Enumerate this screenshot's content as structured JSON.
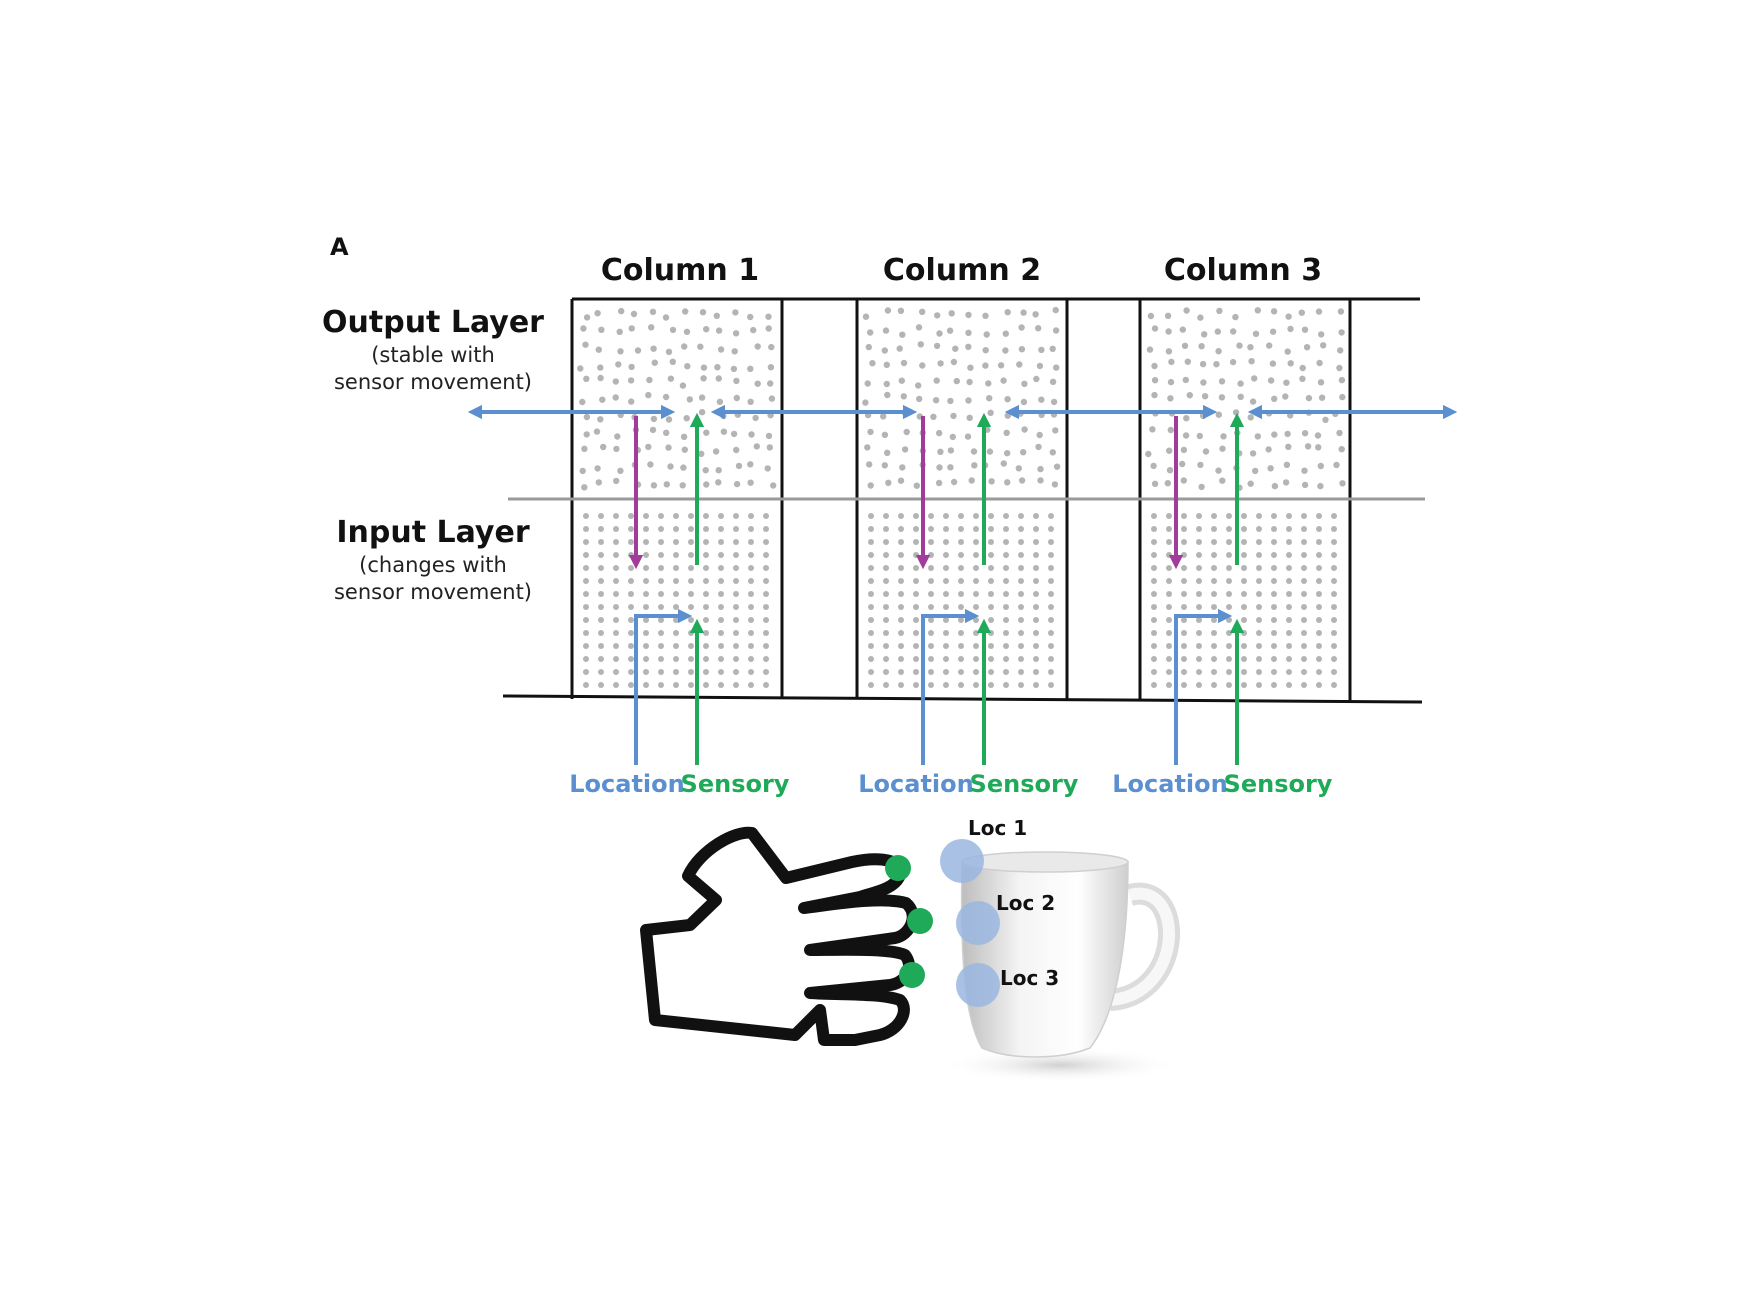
{
  "panel_label": "A",
  "columns": [
    {
      "title": "Column 1",
      "location_label": "Location",
      "sensory_label": "Sensory"
    },
    {
      "title": "Column 2",
      "location_label": "Location",
      "sensory_label": "Sensory"
    },
    {
      "title": "Column 3",
      "location_label": "Location",
      "sensory_label": "Sensory"
    }
  ],
  "output_layer": {
    "title": "Output Layer",
    "subtitle_line1": "(stable with",
    "subtitle_line2": "sensor movement)"
  },
  "input_layer": {
    "title": "Input Layer",
    "subtitle_line1": "(changes with",
    "subtitle_line2": "sensor movement)"
  },
  "locations": [
    "Loc 1",
    "Loc 2",
    "Loc 3"
  ],
  "colors": {
    "location": "#5b8fd0",
    "sensory": "#1faa59",
    "feedback": "#a23c9b",
    "dots": "#b4b4b4",
    "lines": "#111111",
    "divider": "#9a9a9a",
    "touch_circle": "#9ab6e0"
  },
  "icons": {
    "hand": "hand-icon",
    "mug": "mug-icon"
  }
}
